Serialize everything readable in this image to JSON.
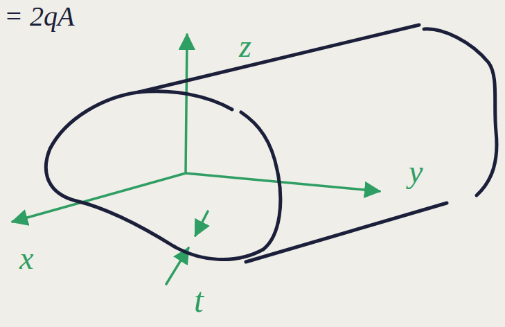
{
  "diagram": {
    "labels": [
      "= 2qA",
      "z",
      "y",
      "x",
      "t"
    ]
  }
}
